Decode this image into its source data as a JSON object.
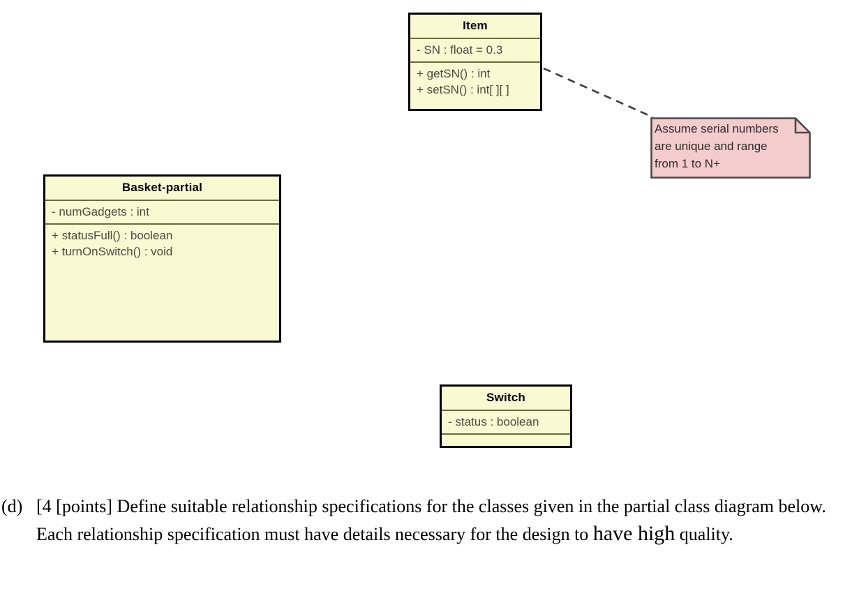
{
  "document": {
    "kind": "uml-partial-class-diagram"
  },
  "colors": {
    "class_fill": "#FAFAD2",
    "class_border": "#000000",
    "compartment_divider": "#6B6B3C",
    "note_fill": "#F5CCCC",
    "note_border": "#4A4A4A",
    "connector": "#3C3C3C",
    "text": "#3C3C3C",
    "page_background": "#FFFFFF"
  },
  "diagram": {
    "classes": [
      {
        "id": "item",
        "name": "Item",
        "attributes": [
          "- SN : float = 0.3"
        ],
        "operations": [
          "+ getSN() : int",
          "+ setSN() : int[ ][ ]"
        ]
      },
      {
        "id": "basket",
        "name": "Basket-partial",
        "attributes": [
          "- numGadgets : int"
        ],
        "operations": [
          "+ statusFull() : boolean",
          "+ turnOnSwitch() : void"
        ]
      },
      {
        "id": "switch",
        "name": "Switch",
        "attributes": [
          "- status : boolean"
        ],
        "operations": []
      }
    ],
    "note": {
      "id": "serial-number-note",
      "text": "Assume serial numbers\nare unique and range\nfrom 1 to N+",
      "attached_to": "item",
      "connector_style": "dashed"
    }
  },
  "question": {
    "label": "(d)",
    "text_before_emphasis": "[4 [points] Define suitable relationship specifications for the classes given in the partial class diagram below. Each relationship specification must have details necessary for the design to ",
    "emphasis": "have high",
    "text_after_emphasis": " quality."
  }
}
